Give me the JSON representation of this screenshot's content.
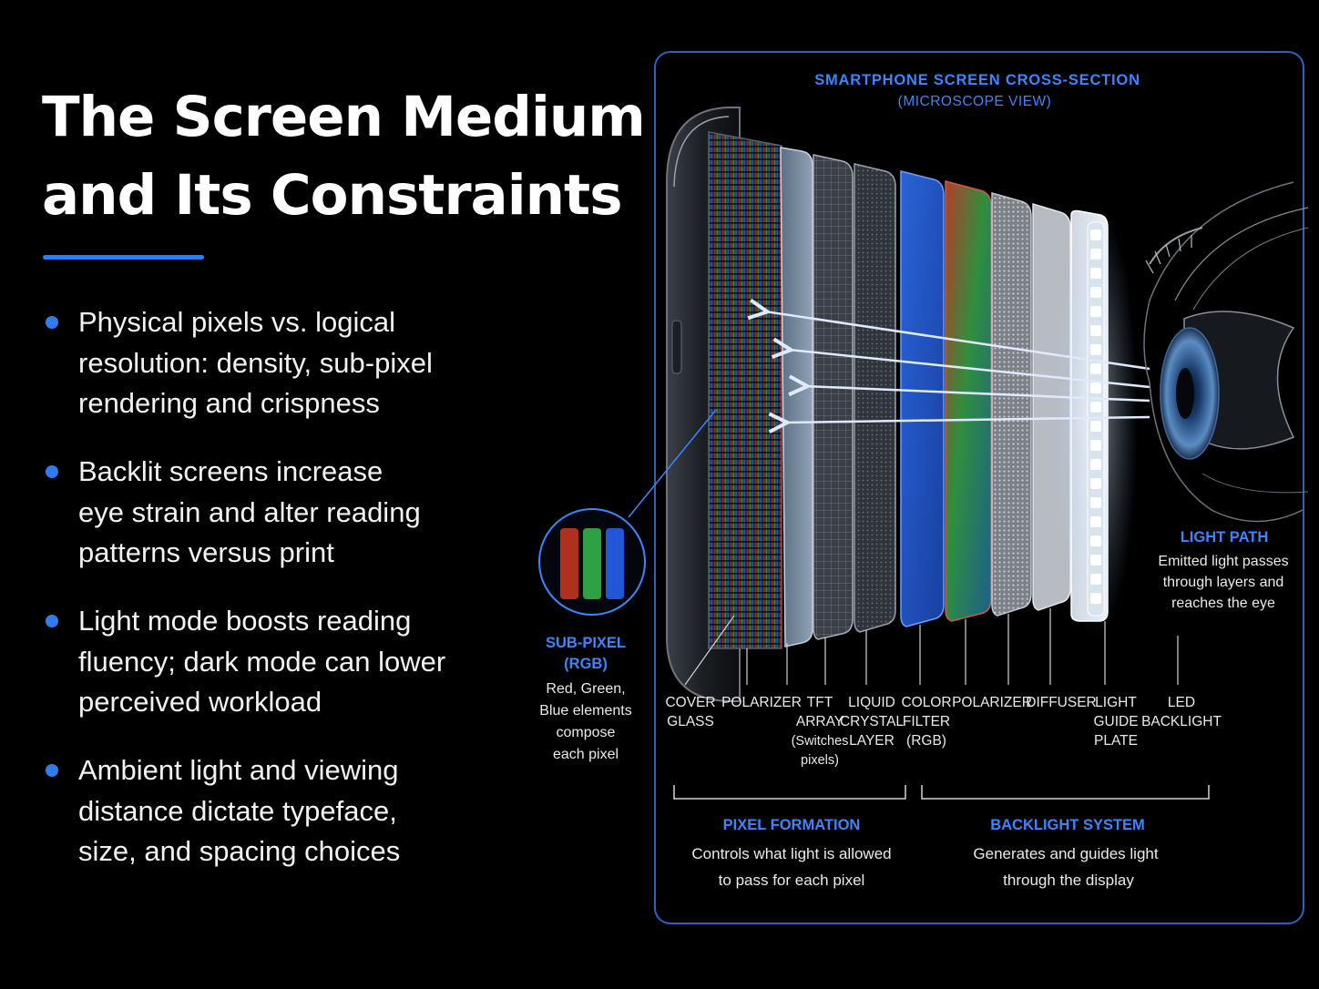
{
  "title": {
    "line1": "The Screen Medium",
    "line2": "and Its Constraints"
  },
  "bullets": [
    {
      "lines": [
        "Physical pixels vs. logical",
        "resolution: density, sub-pixel",
        "rendering and crispness"
      ]
    },
    {
      "lines": [
        "Backlit screens increase",
        "eye strain and alter reading",
        "patterns versus print"
      ]
    },
    {
      "lines": [
        "Light mode boosts reading",
        "fluency; dark mode can lower",
        "perceived workload"
      ]
    },
    {
      "lines": [
        "Ambient light and viewing",
        "distance dictate typeface,",
        "size, and spacing choices"
      ]
    }
  ],
  "diagram": {
    "heading": "SMARTPHONE SCREEN CROSS-SECTION",
    "subheading": "(MICROSCOPE VIEW)",
    "subpixel": {
      "title": [
        "SUB-PIXEL",
        "(RGB)"
      ],
      "desc": [
        "Red, Green,",
        "Blue elements",
        "compose",
        "each pixel"
      ]
    },
    "light_path": {
      "title": "LIGHT PATH",
      "desc": [
        "Emitted light passes",
        "through layers and",
        "reaches the eye"
      ]
    },
    "layers": [
      {
        "lines": [
          "COVER",
          "GLASS"
        ]
      },
      {
        "lines": [
          "POLARIZER"
        ]
      },
      {
        "lines": [
          "TFT",
          "ARRAY",
          "(Switches",
          "pixels)"
        ]
      },
      {
        "lines": [
          "LIQUID",
          "CRYSTAL",
          "LAYER"
        ]
      },
      {
        "lines": [
          "COLOR",
          "FILTER",
          "(RGB)"
        ]
      },
      {
        "lines": [
          "POLARIZER"
        ]
      },
      {
        "lines": [
          "DIFFUSER"
        ]
      },
      {
        "lines": [
          "LIGHT",
          "GUIDE",
          "PLATE"
        ]
      },
      {
        "lines": [
          "LED",
          "BACKLIGHT"
        ]
      }
    ],
    "groups": [
      {
        "title": "PIXEL FORMATION",
        "desc": [
          "Controls what light is allowed",
          "to pass for each pixel"
        ]
      },
      {
        "title": "BACKLIGHT SYSTEM",
        "desc": [
          "Generates and guides light",
          "through the display"
        ]
      }
    ],
    "colors": {
      "accent": "#2f7bf0",
      "heading": "#3a86ff",
      "panel_border": "#2a63c4",
      "subpixel_red": "#b0301f",
      "subpixel_green": "#2fa043",
      "subpixel_blue": "#2356d6"
    }
  }
}
